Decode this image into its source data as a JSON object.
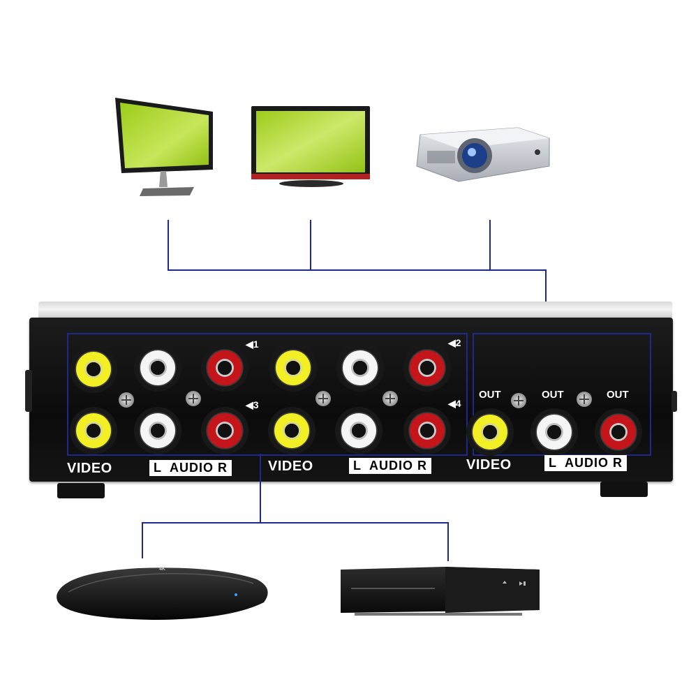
{
  "colors": {
    "wire": "#1e2a8a",
    "video_jack": "#f2ef24",
    "audio_left_jack": "#f5f5f5",
    "audio_right_jack": "#c4151b",
    "chassis": "#111111"
  },
  "displays": [
    {
      "icon": "computer-monitor-icon"
    },
    {
      "icon": "flat-tv-icon"
    },
    {
      "icon": "projector-icon"
    }
  ],
  "sources": [
    {
      "icon": "media-box-icon",
      "logo_text": "4K"
    },
    {
      "icon": "dvd-player-icon"
    }
  ],
  "switch": {
    "inputs": [
      {
        "number": "1"
      },
      {
        "number": "2"
      },
      {
        "number": "3"
      },
      {
        "number": "4"
      }
    ],
    "output_label": "OUT",
    "video_label": "VIDEO",
    "audio_label": "L  AUDIO R"
  }
}
